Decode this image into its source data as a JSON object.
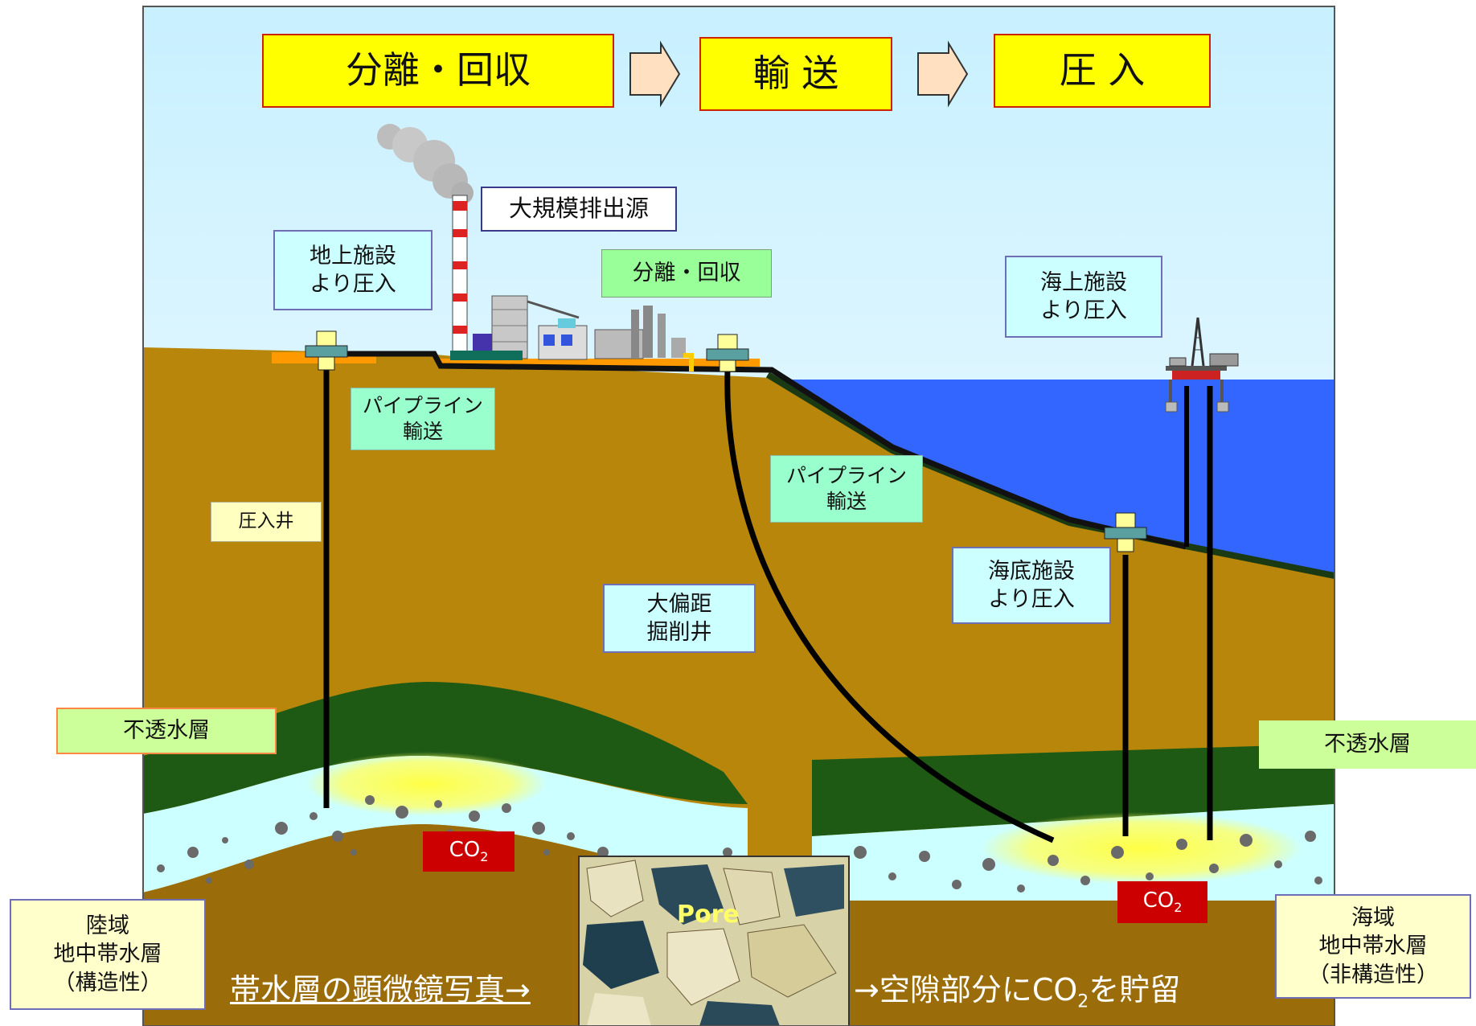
{
  "process_steps": [
    "分離・回収",
    "輸 送",
    "圧 入"
  ],
  "labels": {
    "large_emitter": "大規模排出源",
    "onshore_injection": "地上施設\nより圧入",
    "separation_capture": "分離・回収",
    "offshore_platform_injection": "海上施設\nより圧入",
    "pipeline_1": "パイプライン\n輸送",
    "pipeline_2": "パイプライン\n輸送",
    "injection_well": "圧入井",
    "extended_reach_well": "大偏距\n掘削井",
    "seabed_injection": "海底施設\nより圧入",
    "impermeable_left": "不透水層",
    "impermeable_right": "不透水層",
    "co2_left": "CO",
    "co2_right": "CO",
    "co2_sub": "2",
    "onshore_aquifer": "陸域\n地中帯水層\n（構造性）",
    "offshore_aquifer": "海域\n地中帯水層\n（非構造性）",
    "micrograph_caption": "帯水層の顕微鏡写真→",
    "store_caption_pre": "→空隙部分にCO",
    "store_caption_sub": "2",
    "store_caption_post": "を貯留",
    "pore": "Pore"
  },
  "colors": {
    "sky_top": "#c8f0ff",
    "sky_bottom": "#ffffff",
    "ground": "#b8860b",
    "deep_ground": "#9a6c0a",
    "cap_rock": "#1f5a14",
    "aquifer": "#ccffff",
    "sea": "#3366ff",
    "step_box": "#ffff00",
    "co2_box": "#cc0000"
  }
}
